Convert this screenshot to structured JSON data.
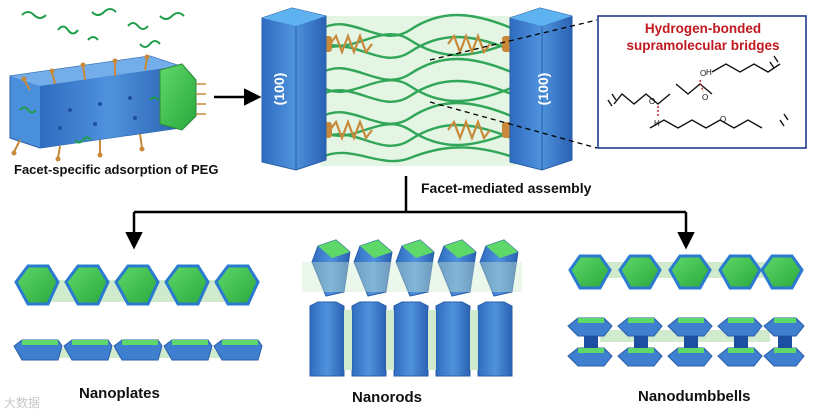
{
  "labels": {
    "facet_adsorption": "Facet-specific adsorption of PEG",
    "facet_assembly": "Facet-mediated assembly",
    "facet_index_left": "(100)",
    "facet_index_right": "(100)",
    "nanoplates": "Nanoplates",
    "nanorods": "Nanorods",
    "nanodumbbells": "Nanodumbbells"
  },
  "inset": {
    "title_line1": "Hydrogen-bonded",
    "title_line2": "supramolecular bridges",
    "atom_o": "O",
    "atom_h": "H"
  },
  "watermark": "大数据",
  "colors": {
    "facet_side_blue": "#3f7fcf",
    "facet_top_green": "#39c24e",
    "polymer_green": "#1e9e4a",
    "ligand_orange": "#c88a3a",
    "hbond_red": "#c0181e",
    "bridge_green": "#a9d8a8"
  }
}
